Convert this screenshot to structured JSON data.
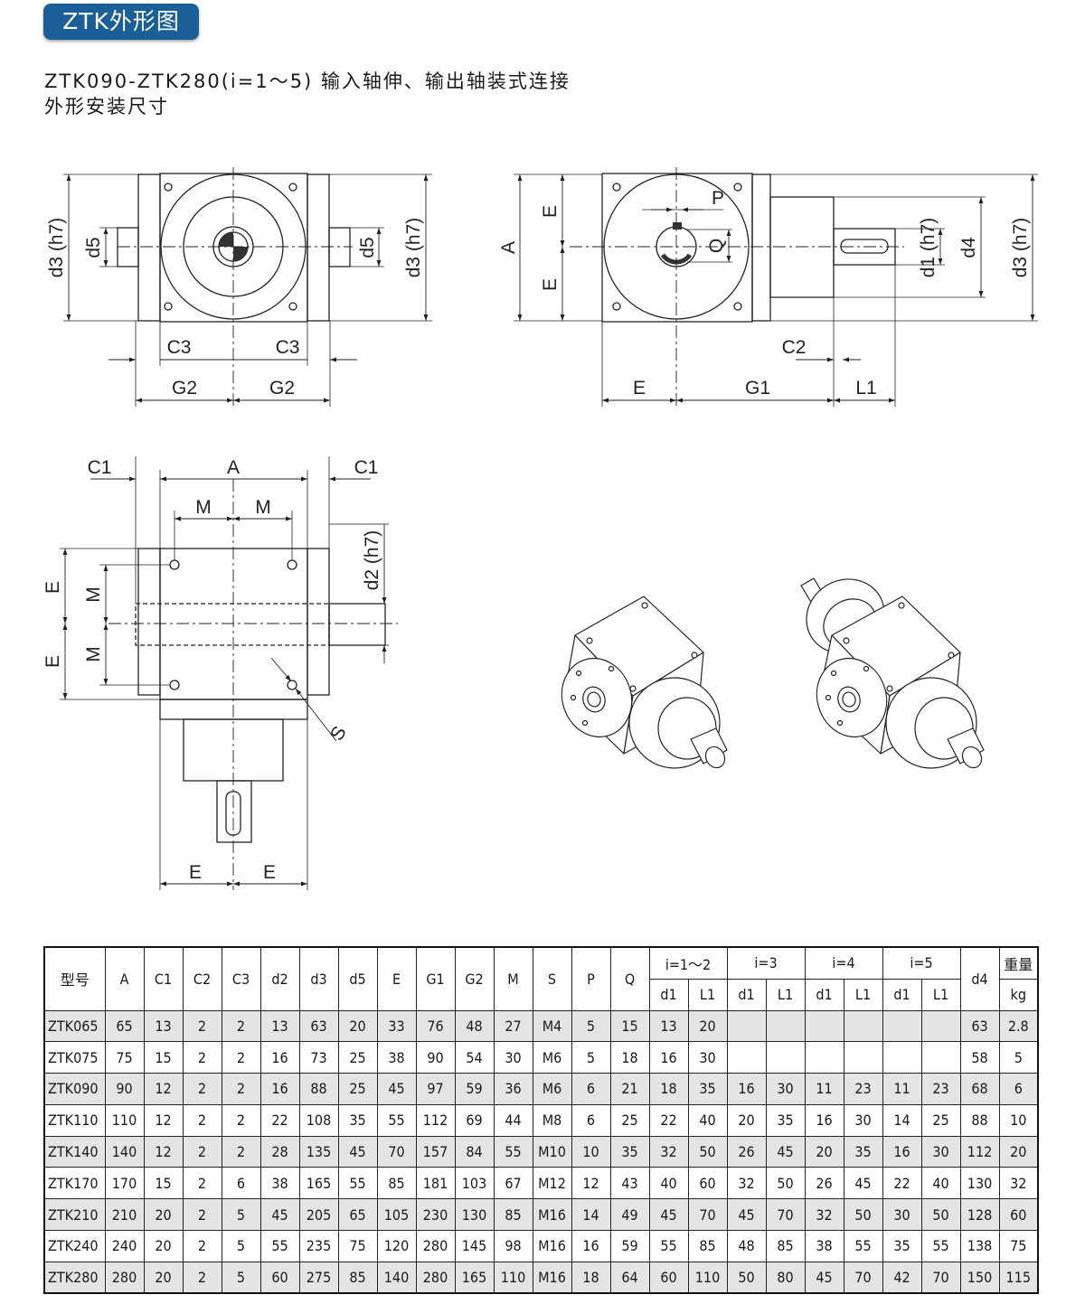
{
  "badge": "ZTK外形图",
  "subtitle1": "ZTK090-ZTK280(i=1～5) 输入轴伸、输出轴装式连接",
  "subtitle2": "外形安装尺寸",
  "dims": {
    "d3h7": "d3 (h7)",
    "d5": "d5",
    "C3": "C3",
    "G2": "G2",
    "A": "A",
    "E": "E",
    "P": "P",
    "Q": "Q",
    "d1h7": "d1 (h7)",
    "d4": "d4",
    "C2": "C2",
    "G1": "G1",
    "L1": "L1",
    "C1": "C1",
    "M": "M",
    "d2h7": "d2 (h7)",
    "S": "S"
  },
  "table": {
    "headers": [
      "型号",
      "A",
      "C1",
      "C2",
      "C3",
      "d2",
      "d3",
      "d5",
      "E",
      "G1",
      "G2",
      "M",
      "S",
      "P",
      "Q"
    ],
    "groups": [
      "i=1～2",
      "i=3",
      "i=4",
      "i=5"
    ],
    "sub": [
      "d1",
      "L1"
    ],
    "d4": "d4",
    "weight": "重量",
    "weight_unit": "kg",
    "rows": [
      [
        "ZTK065",
        "65",
        "13",
        "2",
        "2",
        "13",
        "63",
        "20",
        "33",
        "76",
        "48",
        "27",
        "M4",
        "5",
        "15",
        "13",
        "20",
        "",
        "",
        "",
        "",
        "",
        "",
        "63",
        "2.8"
      ],
      [
        "ZTK075",
        "75",
        "15",
        "2",
        "2",
        "16",
        "73",
        "25",
        "38",
        "90",
        "54",
        "30",
        "M6",
        "5",
        "18",
        "16",
        "30",
        "",
        "",
        "",
        "",
        "",
        "",
        "58",
        "5"
      ],
      [
        "ZTK090",
        "90",
        "12",
        "2",
        "2",
        "16",
        "88",
        "25",
        "45",
        "97",
        "59",
        "36",
        "M6",
        "6",
        "21",
        "18",
        "35",
        "16",
        "30",
        "11",
        "23",
        "11",
        "23",
        "68",
        "6"
      ],
      [
        "ZTK110",
        "110",
        "12",
        "2",
        "2",
        "22",
        "108",
        "35",
        "55",
        "112",
        "69",
        "44",
        "M8",
        "6",
        "25",
        "22",
        "40",
        "20",
        "35",
        "16",
        "30",
        "14",
        "25",
        "88",
        "10"
      ],
      [
        "ZTK140",
        "140",
        "12",
        "2",
        "2",
        "28",
        "135",
        "45",
        "70",
        "157",
        "84",
        "55",
        "M10",
        "10",
        "35",
        "32",
        "50",
        "26",
        "45",
        "20",
        "35",
        "16",
        "30",
        "112",
        "20"
      ],
      [
        "ZTK170",
        "170",
        "15",
        "2",
        "6",
        "38",
        "165",
        "55",
        "85",
        "181",
        "103",
        "67",
        "M12",
        "12",
        "43",
        "40",
        "60",
        "32",
        "50",
        "26",
        "45",
        "22",
        "40",
        "130",
        "32"
      ],
      [
        "ZTK210",
        "210",
        "20",
        "2",
        "5",
        "45",
        "205",
        "65",
        "105",
        "230",
        "130",
        "85",
        "M16",
        "14",
        "49",
        "45",
        "70",
        "45",
        "70",
        "32",
        "50",
        "30",
        "50",
        "128",
        "60"
      ],
      [
        "ZTK240",
        "240",
        "20",
        "2",
        "5",
        "55",
        "235",
        "75",
        "120",
        "280",
        "145",
        "98",
        "M16",
        "16",
        "59",
        "55",
        "85",
        "48",
        "85",
        "38",
        "55",
        "35",
        "55",
        "138",
        "75"
      ],
      [
        "ZTK280",
        "280",
        "20",
        "2",
        "5",
        "60",
        "275",
        "85",
        "140",
        "280",
        "165",
        "110",
        "M16",
        "18",
        "64",
        "60",
        "110",
        "50",
        "80",
        "45",
        "70",
        "42",
        "70",
        "150",
        "115"
      ]
    ]
  }
}
